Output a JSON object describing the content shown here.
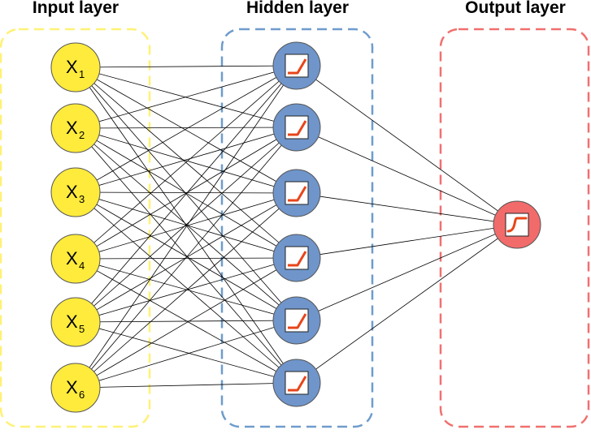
{
  "layers": {
    "input": {
      "title": "Input layer",
      "box_color": "#fff176",
      "node_fill": "#ffeb3b"
    },
    "hidden": {
      "title": "Hidden layer",
      "box_color": "#6f9ccc",
      "node_fill": "#6f95cb"
    },
    "output": {
      "title": "Output layer",
      "box_color": "#f07070",
      "node_fill": "#f26b6b"
    }
  },
  "input_nodes": [
    {
      "label": "X",
      "sub": "1"
    },
    {
      "label": "X",
      "sub": "2"
    },
    {
      "label": "X",
      "sub": "3"
    },
    {
      "label": "X",
      "sub": "4"
    },
    {
      "label": "X",
      "sub": "5"
    },
    {
      "label": "X",
      "sub": "6"
    }
  ],
  "hidden_node_count": 6,
  "hidden_activation_icon": "relu-icon",
  "output_activation_icon": "sigmoid-icon",
  "activation_curve_color": "#e8451a",
  "connections": "fully-connected"
}
